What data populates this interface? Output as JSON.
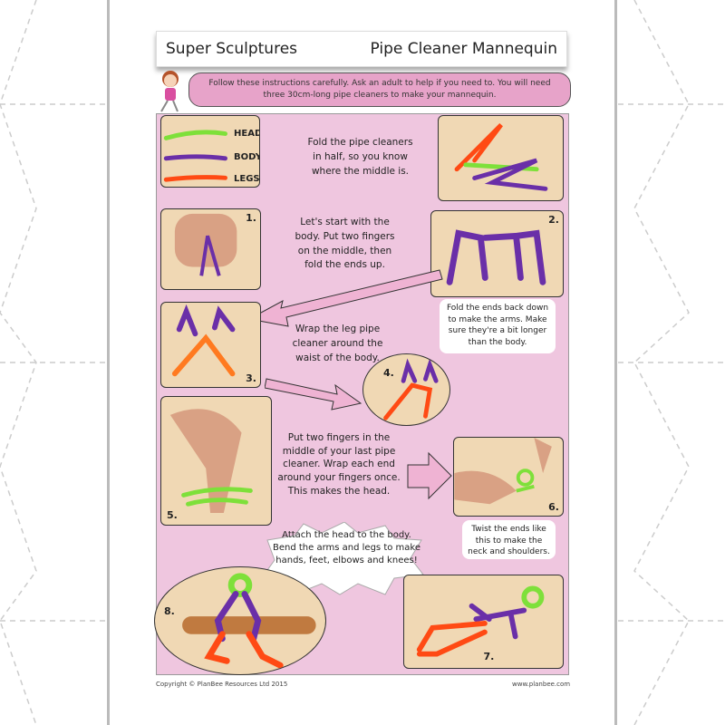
{
  "header": {
    "left_title": "Super Sculptures",
    "right_title": "Pipe Cleaner Mannequin"
  },
  "intro": "Follow these instructions carefully. Ask an adult to help if you need to. You will need three 30cm-long pipe cleaners to make your mannequin.",
  "legend": {
    "head": "HEAD",
    "body": "BODY",
    "legs": "LEGS"
  },
  "colors": {
    "head": "#7ee03a",
    "body": "#6a2fa8",
    "legs": "#ff4a14",
    "panel": "#efc6df",
    "bubble": "#e7a3c9"
  },
  "steps": {
    "intro_step": "Fold the pipe cleaners in half, so you know where the middle is.",
    "s1": {
      "num": "1.",
      "text": "Let's start with the body. Put two fingers on the middle, then fold the ends up."
    },
    "s2": {
      "num": "2.",
      "text": "Fold the ends back down to make the arms. Make sure they're a bit longer than the body."
    },
    "s3": {
      "num": "3.",
      "text": "Wrap the leg pipe cleaner around the waist of the body."
    },
    "s4": {
      "num": "4."
    },
    "s5": {
      "num": "5.",
      "text": "Put two fingers in the middle of your last pipe cleaner. Wrap each end around your fingers once. This makes the head."
    },
    "s6": {
      "num": "6.",
      "text": "Twist the ends like this to make the neck and shoulders."
    },
    "s7": {
      "num": "7."
    },
    "s8": {
      "num": "8.",
      "text": "Attach the head to the body. Bend the arms and legs to make hands, feet, elbows and knees!"
    }
  },
  "footer": {
    "copyright": "Copyright © PlanBee Resources Ltd 2015",
    "website": "www.planbee.com"
  }
}
